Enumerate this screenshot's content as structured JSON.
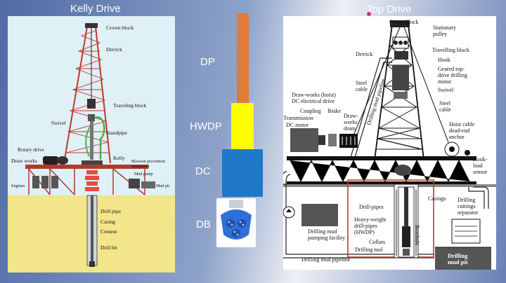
{
  "slide": {
    "title_left": "Kelly Drive",
    "title_right": "Top Drive"
  },
  "kelly_drive": {
    "labels": {
      "crown_block": "Crown block",
      "derrick": "Derrick",
      "traveling_block": "Traveling block",
      "swivel": "Swivel",
      "standpipe": "Standpipe",
      "rotary_drive": "Rotary drive",
      "draw_works": "Draw works",
      "kelly": "Kelly",
      "bop": "Blowout prevention equipment",
      "mud_pump": "Mud pump",
      "mud_pit": "Mud pit",
      "engines": "Engines",
      "drill_pipe": "Drill pipe",
      "casing": "Casing",
      "cement": "Cement",
      "drill_bit": "Drill bit"
    }
  },
  "drillstring": {
    "segments": [
      {
        "label": "DP",
        "color": "#e07b39"
      },
      {
        "label": "HWDP",
        "color": "#ffff00"
      },
      {
        "label": "DC",
        "color": "#1f78c8"
      },
      {
        "label": "DB",
        "color": "#2f6fd8"
      }
    ]
  },
  "top_drive": {
    "labels": {
      "crown_block": "Crown block",
      "stationary_pulley": [
        "Stationary",
        "pulley"
      ],
      "travelling_block": "Travelling block",
      "hook": "Hook",
      "geared_motor": [
        "Geared top-",
        "drive drilling",
        "motor"
      ],
      "swivel": "Swivel",
      "derrick": "Derrick",
      "steel_cable_left": [
        "Steel",
        "cable"
      ],
      "steel_cable_right": [
        "Steel",
        "cable"
      ],
      "drilling_mud_pipeline_vertical": "Drilling mud pipeline",
      "drawworks_dc_drive": [
        "Draw-works (hoist)",
        "DC electrical drive"
      ],
      "coupling": "Coupling",
      "brake": "Brake",
      "transmission": "Transmission",
      "dc_motor": "DC motor",
      "drawworks_drum": [
        "Draw-",
        "works",
        "drum"
      ],
      "hoist_cable_anchor": [
        "Hoist cable",
        "dead-end",
        "anchor"
      ],
      "hook_load_sensor": [
        "Hook-",
        "load",
        "sensor"
      ],
      "drill_pipes": "Drill-pipes",
      "hwdp": [
        "Heavy-weight",
        "drill-pipes",
        "(HWDP)"
      ],
      "collars": "Collars",
      "drilling_tool": "Drilling tool",
      "casings": "Casings",
      "borehole": "Borehole",
      "drilling_mud_pumping": [
        "Drilling mud",
        "pumping facility"
      ],
      "drilling_cuttings_separator": [
        "Drilling",
        "cuttings",
        "separator"
      ],
      "drilling_mud_pipeline_bottom": "Drilling mud pipeline",
      "drilling_mud_pit": [
        "Drilling",
        "mud pit"
      ]
    }
  }
}
